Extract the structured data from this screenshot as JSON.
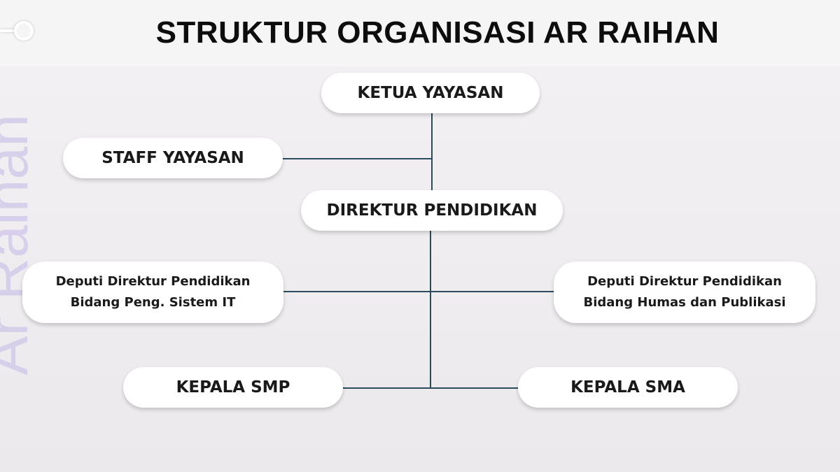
{
  "title": "STRUKTUR ORGANISASI AR RAIHAN",
  "watermark": "Ar Raihan",
  "nodes": {
    "ketua": "KETUA YAYASAN",
    "staff": "STAFF YAYASAN",
    "direktur": "DIREKTUR PENDIDIKAN",
    "deputi_it": {
      "line1": "Deputi Direktur Pendidikan",
      "line2": "Bidang Peng. Sistem IT"
    },
    "deputi_humas": {
      "line1": "Deputi Direktur Pendidikan",
      "line2": "Bidang Humas dan Publikasi"
    },
    "kepala_smp": "KEPALA SMP",
    "kepala_sma": "KEPALA SMA"
  },
  "colors": {
    "connector": "#2b4a5c",
    "node_fill": "#ffffff",
    "watermark": "#cfc6ea",
    "background": "#efedef"
  },
  "decoration_icon": "ring-pin-icon"
}
